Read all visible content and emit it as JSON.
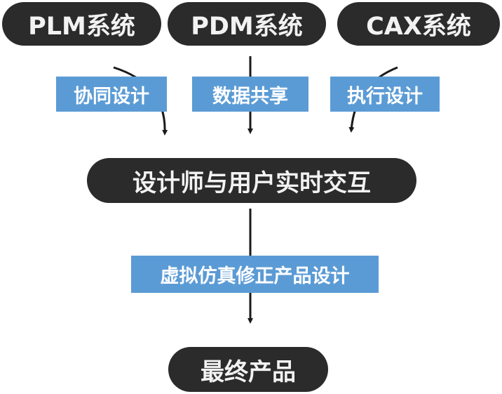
{
  "nodes": {
    "plm": "PLM系统",
    "pdm": "PDM系统",
    "cax": "CAX系统",
    "interaction": "设计师与用户实时交互",
    "final": "最终产品"
  },
  "edges": {
    "collab": "协同设计",
    "share": "数据共享",
    "exec": "执行设计",
    "simulate": "虚拟仿真修正产品设计"
  }
}
